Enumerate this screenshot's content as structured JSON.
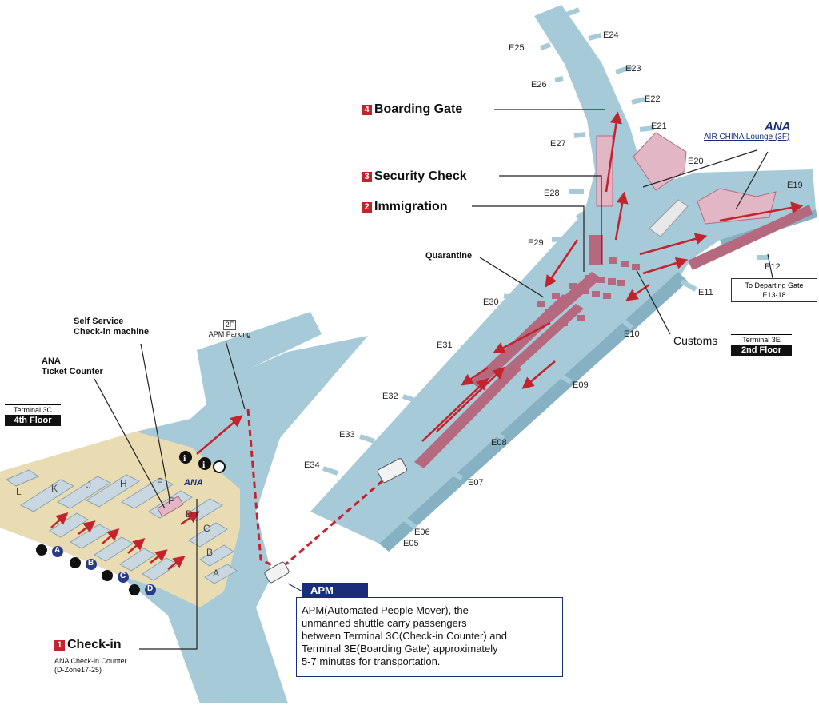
{
  "steps": {
    "boarding_gate": {
      "num": "4",
      "label": "Boarding Gate"
    },
    "security_check": {
      "num": "3",
      "label": "Security Check"
    },
    "immigration": {
      "num": "2",
      "label": "Immigration"
    },
    "check_in": {
      "num": "1",
      "label": "Check-in"
    }
  },
  "labels": {
    "quarantine": "Quarantine",
    "customs": "Customs",
    "self_service_1": "Self Service",
    "self_service_2": "Check-in machine",
    "ana_ticket_1": "ANA",
    "ana_ticket_2": "Ticket Counter",
    "apm_parking_floor": "2F",
    "apm_parking": "APM Parking",
    "check_in_sub_1": "ANA Check-in Counter",
    "check_in_sub_2": "(D-Zone17-25)",
    "ana_logo": "ANA",
    "lounge": "AIR CHINA Lounge (3F)",
    "departing_1": "To Departing Gate",
    "departing_2": "E13-18"
  },
  "floors": {
    "t3c": {
      "terminal": "Terminal 3C",
      "floor": "4th Floor"
    },
    "t3e": {
      "terminal": "Terminal 3E",
      "floor": "2nd Floor"
    }
  },
  "apm": {
    "tag": "APM",
    "lines": [
      "APM(Automated People Mover), the",
      "unmanned shuttle carry passengers",
      "between Terminal 3C(Check-in Counter) and",
      "Terminal 3E(Boarding Gate) approximately",
      "5-7 minutes for transportation."
    ]
  },
  "gates": [
    "E05",
    "E06",
    "E07",
    "E08",
    "E09",
    "E10",
    "E11",
    "E12",
    "E19",
    "E20",
    "E21",
    "E22",
    "E23",
    "E24",
    "E25",
    "E26",
    "E27",
    "E28",
    "E29",
    "E30",
    "E31",
    "E32",
    "E33",
    "E34"
  ],
  "zones": [
    "L",
    "K",
    "J",
    "H",
    "F",
    "E",
    "D",
    "C",
    "B",
    "A"
  ],
  "bus_stops": [
    "A",
    "B",
    "C",
    "D"
  ],
  "colors": {
    "terminal": "#a7cad8",
    "terminal_dark": "#86b1c3",
    "checkin_area": "#e9dcb2",
    "counter": "#c9d7e0",
    "facility": "#b5697f",
    "lounge": "#e3b6c6",
    "route": "#c4222c",
    "accent": "#1b2d7a"
  }
}
